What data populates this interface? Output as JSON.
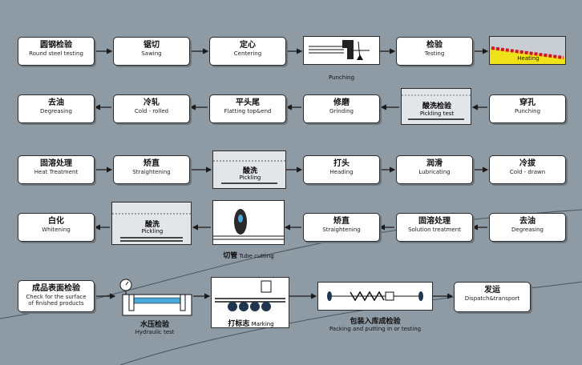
{
  "steps": {
    "round_steel_testing": {
      "cn": "圆钢检验",
      "en": "Round steel testing"
    },
    "sawing": {
      "cn": "锯切",
      "en": "Sawing"
    },
    "centering": {
      "cn": "定心",
      "en": "Centering"
    },
    "punching_top": {
      "cn": "",
      "en": "Punching"
    },
    "testing": {
      "cn": "检验",
      "en": "Testing"
    },
    "heating": {
      "cn": "",
      "en": "Heating"
    },
    "degreasing_1": {
      "cn": "去油",
      "en": "Degreasing"
    },
    "cold_rolled": {
      "cn": "冷轧",
      "en": "Cold - rolled"
    },
    "flatting": {
      "cn": "平头尾",
      "en": "Flatting top&end"
    },
    "grinding": {
      "cn": "修磨",
      "en": "Grinding"
    },
    "pickling_test": {
      "cn": "酸洗检验",
      "en": "Pickling test"
    },
    "punching": {
      "cn": "穿孔",
      "en": "Punching"
    },
    "heat_treatment": {
      "cn": "固溶处理",
      "en": "Heat Treatment"
    },
    "straightening_1": {
      "cn": "矫直",
      "en": "Straightening"
    },
    "pickling_1": {
      "cn": "酸洗",
      "en": "Pickling"
    },
    "heading": {
      "cn": "打头",
      "en": "Heading"
    },
    "lubricating": {
      "cn": "润滑",
      "en": "Lubricating"
    },
    "cold_drawn": {
      "cn": "冷拔",
      "en": "Cold - drawn"
    },
    "whitening": {
      "cn": "白化",
      "en": "Whitening"
    },
    "pickling_2": {
      "cn": "酸洗",
      "en": "Pickling"
    },
    "tube_cutting": {
      "cn": "切管",
      "en": "Tube cutting"
    },
    "straightening_2": {
      "cn": "矫直",
      "en": "Straightening"
    },
    "solution_treatment": {
      "cn": "固溶处理",
      "en": "Solution treatment"
    },
    "degreasing_2": {
      "cn": "去油",
      "en": "Degreasing"
    },
    "check_surface": {
      "cn": "成品表面检验",
      "en1": "Check for the surface",
      "en2": "of finished products"
    },
    "hydraulic_test": {
      "cn": "水压检验",
      "en": "Hydraulic test"
    },
    "marking": {
      "cn": "打标志",
      "en": "Marking"
    },
    "packing": {
      "cn": "包装入库成检验",
      "en": "Packing and putting in or testing"
    },
    "dispatch": {
      "cn": "发运",
      "en": "Dispatch&transport"
    }
  },
  "colors": {
    "background": "#8f9ba4",
    "heating_yellow": "#f0e21a",
    "heating_red": "#d4122a",
    "tube_blue": "#4aa8d8"
  }
}
